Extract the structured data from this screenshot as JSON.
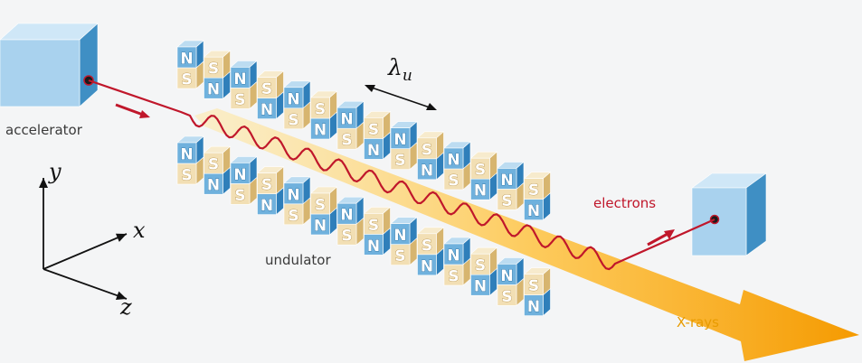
{
  "labels": {
    "accelerator": "accelerator",
    "undulator": "undulator",
    "electrons": "electrons",
    "xrays": "X-rays",
    "lambda": "λ",
    "lambda_sub": "u",
    "axis_y": "y",
    "axis_x": "x",
    "axis_z": "z"
  },
  "magnet_letters": {
    "north": "N",
    "south": "S"
  },
  "colors": {
    "background": "#f4f5f6",
    "box_front": "#a9d2ee",
    "box_top": "#cfe7f7",
    "box_side": "#3f8fc4",
    "blue_front": "#6fb1dd",
    "blue_top": "#bcdcf1",
    "blue_side": "#2f7fba",
    "tan_front": "#f2dfb4",
    "tan_top": "#f7ebcd",
    "tan_side": "#d7b56f",
    "electron": "#c0172b",
    "xray": "#f5a300",
    "electron_label": "#c0172b",
    "xray_label": "#e89b00"
  }
}
